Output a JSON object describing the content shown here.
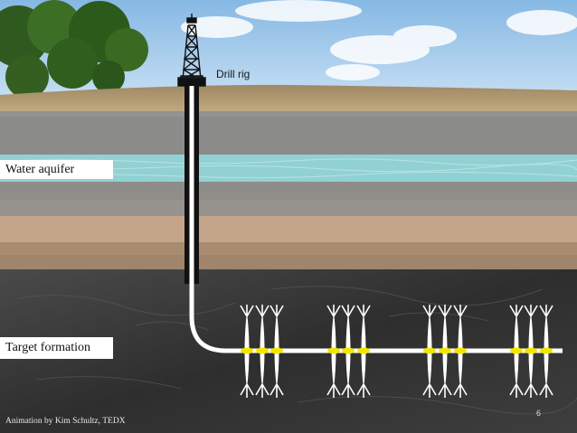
{
  "labels": {
    "drill_rig": "Drill rig",
    "water_aquifer": "Water aquifer",
    "target_formation": "Target formation"
  },
  "footer": {
    "credit": "Animation by Kim Schultz, TEDX",
    "slide_number": "6"
  },
  "colors": {
    "sky": "#a9cfee",
    "hill": "#b39a6e",
    "rock_gray": "#8a8a88",
    "aquifer": "#8fd0d2",
    "sandstone": "#b99d80",
    "shale": "#3b3b3b",
    "fracture_marker": "#f2e600",
    "well": "#ffffff"
  }
}
